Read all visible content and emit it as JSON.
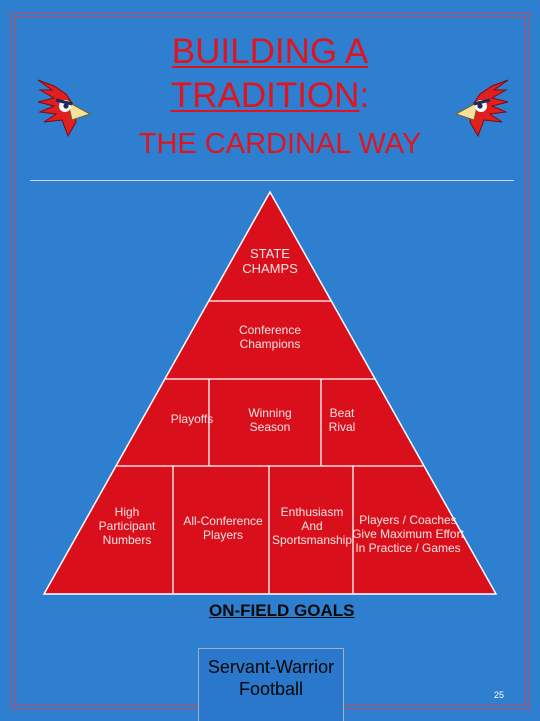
{
  "slide": {
    "title_line1": "BUILDING A",
    "title_line2_underlined": "TRADITION",
    "title_line2_suffix": ":",
    "subtitle": "THE CARDINAL WAY",
    "colors": {
      "background": "#2f7fd0",
      "title": "#e0141e",
      "pyramid": "#d9101c"
    },
    "icons": [
      "cardinal-head-icon",
      "cardinal-head-icon"
    ]
  },
  "pyramid": {
    "apex": [
      "STATE",
      "CHAMPS"
    ],
    "tier2": [
      "Conference",
      "Champions"
    ],
    "tier3": {
      "left": "Playoffs",
      "center": [
        "Winning",
        "Season"
      ],
      "right": [
        "Beat",
        "Rival"
      ]
    },
    "tier4": {
      "left": [
        "High",
        "Participant",
        "Numbers"
      ],
      "center": [
        "All-Conference",
        "Players"
      ],
      "right_a": [
        "Enthusiasm",
        "And",
        "Sportsmanship"
      ],
      "right_b": [
        "Players / Coaches",
        "Give Maximum Effort",
        "In Practice / Games"
      ]
    },
    "base_label": "ON-FIELD GOALS"
  },
  "footer": {
    "line1": "Servant-Warrior",
    "line2": "Football",
    "page_number": "25"
  }
}
